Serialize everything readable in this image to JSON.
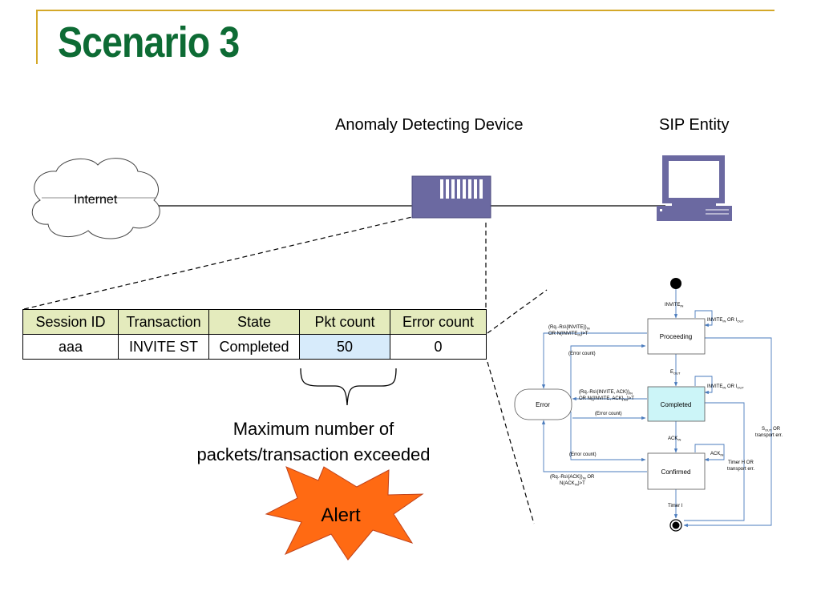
{
  "slide": {
    "title": "Scenario 3",
    "labels": {
      "device": "Anomaly Detecting Device",
      "entity": "SIP Entity",
      "internet": "Internet"
    },
    "table": {
      "headers": [
        "Session ID",
        "Transaction",
        "State",
        "Pkt count",
        "Error count"
      ],
      "row": [
        "aaa",
        "INVITE ST",
        "Completed",
        "50",
        "0"
      ]
    },
    "caption": [
      "Maximum number of",
      "packets/transaction exceeded"
    ],
    "alert": "Alert",
    "colors": {
      "title": "#0d6b34",
      "device": "#6b69a1",
      "alert": "#ff6a13",
      "header": "#e4ebbd",
      "highlight": "#d7ebfb"
    }
  },
  "fsm": {
    "states": {
      "proceeding": "Proceeding",
      "completed": "Completed",
      "confirmed": "Confirmed",
      "error": "Error"
    },
    "t_invite_in": "INVITE",
    "t_invite_in_sub": "IN",
    "t_self_proc": "INVITE",
    "t_self_proc_sub1": "IN",
    "t_self_proc_or": " OR I",
    "t_self_proc_sub2": "OUT",
    "t_self_comp": "INVITE",
    "t_self_comp_sub1": "IN",
    "t_self_comp_or": " OR I",
    "t_self_comp_sub2": "OUT",
    "t_e_out": "E",
    "t_e_out_sub": "OUT",
    "t_ack_in": "ACK",
    "t_ack_in_sub": "IN",
    "t_self_conf": "ACK",
    "t_self_conf_sub": "IN",
    "t_err_proc_1": "(Rq.-Rs\\{INVITE})",
    "t_err_proc_1_sub": "IN",
    "t_err_proc_2": "OR N(INVITE",
    "t_err_proc_2_sub": "IN",
    "t_err_proc_2_end": ")>T",
    "t_err_count_1": "(Error count)",
    "t_err_comp_1": "(Rq.-Rs\\{INVITE, ACK})",
    "t_err_comp_1_sub": "IN",
    "t_err_comp_2": "OR N({INVITE, ACK}",
    "t_err_comp_2_sub": "IN",
    "t_err_comp_2_end": ")>T",
    "t_err_count_2": "(Error count)",
    "t_err_count_3": "(Error count)",
    "t_err_conf_1": "(Rq.-Rs\\{ACK})",
    "t_err_conf_1_sub": "IN",
    "t_err_conf_1_end": " OR",
    "t_err_conf_2": "N(ACK",
    "t_err_conf_2_sub": "IN",
    "t_err_conf_2_end": ")>T",
    "t_sout_1": "S",
    "t_sout_1_sub": "OUT",
    "t_sout_1_end": " OR",
    "t_sout_2": "transport err.",
    "t_timerh_1": "Timer H OR",
    "t_timerh_2": "transport err.",
    "t_timer_i": "Timer I"
  }
}
